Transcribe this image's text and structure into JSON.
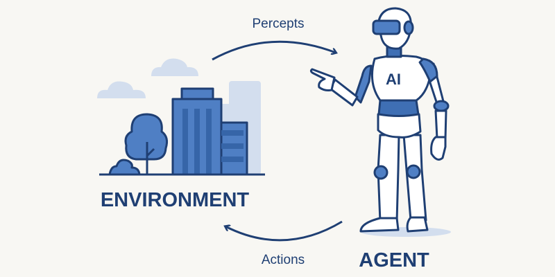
{
  "labels": {
    "percepts": "Percepts",
    "actions": "Actions",
    "environment": "ENVIRONMENT",
    "agent": "AGENT",
    "chest": "AI"
  },
  "colors": {
    "background": "#f8f7f3",
    "navy": "#1f3f73",
    "blue": "#4f7fc4",
    "light_blue": "#d3deee"
  }
}
